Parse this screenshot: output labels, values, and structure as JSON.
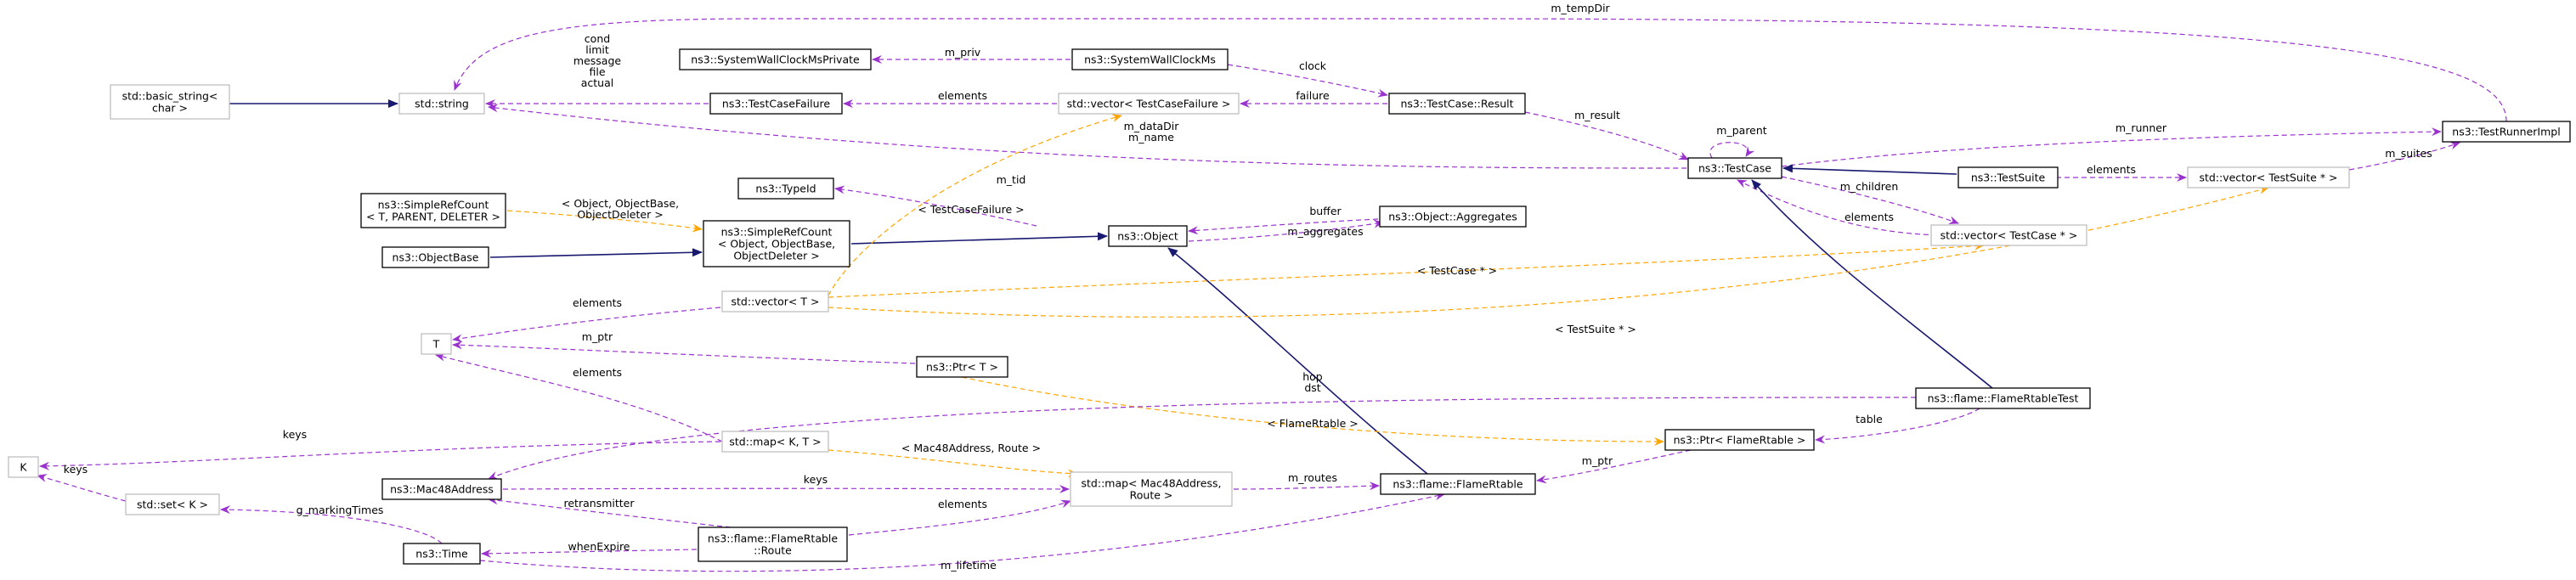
{
  "colors": {
    "inherit": "#191970",
    "usage": "#9a32cd",
    "template": "#ffa500",
    "box_normal": "#000000",
    "box_external": "#bfbfbf",
    "box_highlight_fill": "#bfbfbf"
  },
  "nodes": {
    "basic_string": {
      "kind": "external",
      "lines": [
        "std::basic_string<",
        "char >"
      ]
    },
    "string": {
      "kind": "external",
      "lines": [
        "std::string"
      ]
    },
    "wallclock_private": {
      "kind": "normal",
      "lines": [
        "ns3::SystemWallClockMsPrivate"
      ]
    },
    "wallclock": {
      "kind": "normal",
      "lines": [
        "ns3::SystemWallClockMs"
      ]
    },
    "testcase_failure": {
      "kind": "normal",
      "lines": [
        "ns3::TestCaseFailure"
      ]
    },
    "vector_failure": {
      "kind": "external",
      "lines": [
        "std::vector< TestCaseFailure >"
      ]
    },
    "testcase_result": {
      "kind": "normal",
      "lines": [
        "ns3::TestCase::Result"
      ]
    },
    "testcase": {
      "kind": "normal",
      "lines": [
        "ns3::TestCase"
      ]
    },
    "testrunner": {
      "kind": "normal",
      "lines": [
        "ns3::TestRunnerImpl"
      ]
    },
    "testsuite": {
      "kind": "normal",
      "lines": [
        "ns3::TestSuite"
      ]
    },
    "vector_suite": {
      "kind": "external",
      "lines": [
        "std::vector< TestSuite * >"
      ]
    },
    "vector_case": {
      "kind": "external",
      "lines": [
        "std::vector< TestCase * >"
      ]
    },
    "simplerefcount_t": {
      "kind": "normal",
      "lines": [
        "ns3::SimpleRefCount",
        "< T, PARENT, DELETER >"
      ]
    },
    "simplerefcount": {
      "kind": "normal",
      "lines": [
        "ns3::SimpleRefCount",
        "< Object, ObjectBase,",
        "ObjectDeleter >"
      ]
    },
    "objectbase": {
      "kind": "normal",
      "lines": [
        "ns3::ObjectBase"
      ]
    },
    "typeid": {
      "kind": "normal",
      "lines": [
        "ns3::TypeId"
      ]
    },
    "object": {
      "kind": "normal",
      "lines": [
        "ns3::Object"
      ]
    },
    "aggregates": {
      "kind": "normal",
      "lines": [
        "ns3::Object::Aggregates"
      ]
    },
    "vector_t": {
      "kind": "external",
      "lines": [
        "std::vector< T >"
      ]
    },
    "t": {
      "kind": "external",
      "lines": [
        "T"
      ]
    },
    "ptr_t": {
      "kind": "normal",
      "lines": [
        "ns3::Ptr< T >"
      ]
    },
    "map_kt": {
      "kind": "external",
      "lines": [
        "std::map< K, T >"
      ]
    },
    "k": {
      "kind": "external",
      "lines": [
        "K"
      ]
    },
    "set_k": {
      "kind": "external",
      "lines": [
        "std::set< K >"
      ]
    },
    "mac48": {
      "kind": "normal",
      "lines": [
        "ns3::Mac48Address"
      ]
    },
    "time": {
      "kind": "normal",
      "lines": [
        "ns3::Time"
      ]
    },
    "route": {
      "kind": "normal",
      "lines": [
        "ns3::flame::FlameRtable",
        "::Route"
      ]
    },
    "map_mac": {
      "kind": "external",
      "lines": [
        "std::map< Mac48Address,",
        "Route >"
      ]
    },
    "flamertable": {
      "kind": "normal",
      "lines": [
        "ns3::flame::FlameRtable"
      ]
    },
    "ptr_flame": {
      "kind": "normal",
      "lines": [
        "ns3::Ptr< FlameRtable >"
      ]
    },
    "flametest": {
      "kind": "highlight",
      "lines": [
        "ns3::flame::FlameRtableTest"
      ]
    }
  },
  "edges": [
    {
      "from": "basic_string",
      "to": "string",
      "type": "inherit",
      "label": []
    },
    {
      "from": "string",
      "to": "testcase_failure",
      "type": "usage",
      "label": [
        "cond",
        "limit",
        "message",
        "file",
        "actual"
      ]
    },
    {
      "from": "string",
      "to": "testrunner",
      "type": "usage",
      "label": [
        "m_tempDir"
      ]
    },
    {
      "from": "string",
      "to": "testcase",
      "type": "usage",
      "label": [
        "m_dataDir",
        "m_name"
      ]
    },
    {
      "from": "wallclock_private",
      "to": "wallclock",
      "type": "usage",
      "label": [
        "m_priv"
      ]
    },
    {
      "from": "wallclock",
      "to": "testcase_result",
      "type": "usage",
      "label": [
        "clock"
      ]
    },
    {
      "from": "testcase_failure",
      "to": "vector_failure",
      "type": "usage",
      "label": [
        "elements"
      ]
    },
    {
      "from": "vector_failure",
      "to": "testcase_result",
      "type": "usage",
      "label": [
        "failure"
      ]
    },
    {
      "from": "testcase_result",
      "to": "testcase",
      "type": "usage",
      "label": [
        "m_result"
      ]
    },
    {
      "from": "testcase",
      "to": "testcase",
      "type": "usage",
      "label": [
        "m_parent"
      ]
    },
    {
      "from": "testrunner",
      "to": "testcase",
      "type": "usage",
      "label": [
        "m_runner"
      ]
    },
    {
      "from": "vector_suite",
      "to": "testrunner",
      "type": "usage",
      "label": [
        "m_suites"
      ]
    },
    {
      "from": "testsuite",
      "to": "vector_suite",
      "type": "usage",
      "label": [
        "elements"
      ]
    },
    {
      "from": "testcase",
      "to": "testsuite",
      "type": "inherit",
      "label": []
    },
    {
      "from": "testcase",
      "to": "vector_case",
      "type": "usage",
      "label": [
        "m_children"
      ]
    },
    {
      "from": "vector_case",
      "to": "testcase",
      "type": "usage",
      "label": [
        "elements"
      ]
    },
    {
      "from": "testcase",
      "to": "flametest",
      "type": "inherit",
      "label": []
    },
    {
      "from": "simplerefcount_t",
      "to": "simplerefcount",
      "type": "template",
      "label": [
        "< Object, ObjectBase,",
        "ObjectDeleter >"
      ]
    },
    {
      "from": "objectbase",
      "to": "simplerefcount",
      "type": "inherit",
      "label": []
    },
    {
      "from": "simplerefcount",
      "to": "object",
      "type": "inherit",
      "label": []
    },
    {
      "from": "typeid",
      "to": "object",
      "type": "usage",
      "label": [
        "m_tid"
      ]
    },
    {
      "from": "aggregates",
      "to": "object",
      "type": "usage",
      "label": [
        "buffer"
      ]
    },
    {
      "from": "object",
      "to": "aggregates",
      "type": "usage",
      "label": [
        "m_aggregates"
      ]
    },
    {
      "from": "object",
      "to": "flamertable",
      "type": "inherit",
      "label": []
    },
    {
      "from": "vector_t",
      "to": "vector_failure",
      "type": "template",
      "label": [
        "< TestCaseFailure >"
      ]
    },
    {
      "from": "vector_t",
      "to": "vector_case",
      "type": "template",
      "label": [
        "< TestCase * >"
      ]
    },
    {
      "from": "vector_t",
      "to": "vector_suite",
      "type": "template",
      "label": [
        "< TestSuite * >"
      ]
    },
    {
      "from": "t",
      "to": "vector_t",
      "type": "usage",
      "label": [
        "elements"
      ]
    },
    {
      "from": "t",
      "to": "ptr_t",
      "type": "usage",
      "label": [
        "m_ptr"
      ]
    },
    {
      "from": "t",
      "to": "map_kt",
      "type": "usage",
      "label": [
        "elements"
      ]
    },
    {
      "from": "ptr_t",
      "to": "ptr_flame",
      "type": "template",
      "label": [
        "< FlameRtable >"
      ]
    },
    {
      "from": "k",
      "to": "map_kt",
      "type": "usage",
      "label": [
        "keys"
      ]
    },
    {
      "from": "k",
      "to": "set_k",
      "type": "usage",
      "label": [
        "keys"
      ]
    },
    {
      "from": "map_kt",
      "to": "map_mac",
      "type": "template",
      "label": [
        "< Mac48Address, Route >"
      ]
    },
    {
      "from": "mac48",
      "to": "map_mac",
      "type": "usage",
      "label": [
        "keys"
      ]
    },
    {
      "from": "mac48",
      "to": "flametest",
      "type": "usage",
      "label": [
        "hop",
        "dst"
      ]
    },
    {
      "from": "mac48",
      "to": "route",
      "type": "usage",
      "label": [
        "retransmitter"
      ]
    },
    {
      "from": "time",
      "to": "set_k",
      "type": "usage",
      "label": [
        "g_markingTimes"
      ]
    },
    {
      "from": "time",
      "to": "route",
      "type": "usage",
      "label": [
        "whenExpire"
      ]
    },
    {
      "from": "time",
      "to": "flamertable",
      "type": "usage",
      "label": [
        "m_lifetime"
      ]
    },
    {
      "from": "route",
      "to": "map_mac",
      "type": "usage",
      "label": [
        "elements"
      ]
    },
    {
      "from": "map_mac",
      "to": "flamertable",
      "type": "usage",
      "label": [
        "m_routes"
      ]
    },
    {
      "from": "flamertable",
      "to": "ptr_flame",
      "type": "usage",
      "label": [
        "m_ptr"
      ]
    },
    {
      "from": "ptr_flame",
      "to": "flametest",
      "type": "usage",
      "label": [
        "table"
      ]
    }
  ]
}
